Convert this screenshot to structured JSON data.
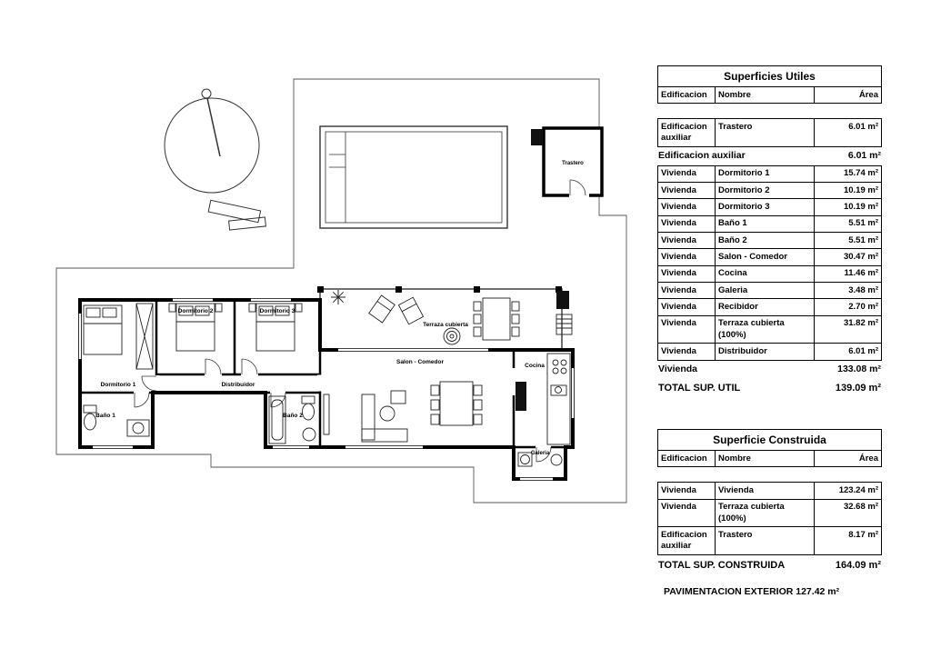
{
  "plan": {
    "labels": {
      "trastero": "Trastero",
      "dormitorio1": "Dormitorio 1",
      "dormitorio2": "Dormitorio 2",
      "dormitorio3": "Dormitorio 3",
      "bano1": "Baño 1",
      "bano2": "Baño 2",
      "terraza": "Terraza cubierta",
      "salon": "Salon - Comedor",
      "cocina": "Cocina",
      "galeria": "Galeria",
      "distribuidor": "Distribuidor"
    }
  },
  "tables": {
    "utiles": {
      "title": "Superficies Utiles",
      "headers": {
        "edificacion": "Edificacion",
        "nombre": "Nombre",
        "area": "Área"
      },
      "aux_row": {
        "edificacion": "Edificacion auxiliar",
        "nombre": "Trastero",
        "area": "6.01 m²"
      },
      "aux_subtotal": {
        "label": "Edificacion auxiliar",
        "value": "6.01 m²"
      },
      "rows": [
        {
          "edificacion": "Vivienda",
          "nombre": "Dormitorio 1",
          "area": "15.74 m²"
        },
        {
          "edificacion": "Vivienda",
          "nombre": "Dormitorio 2",
          "area": "10.19 m²"
        },
        {
          "edificacion": "Vivienda",
          "nombre": "Dormitorio 3",
          "area": "10.19 m²"
        },
        {
          "edificacion": "Vivienda",
          "nombre": "Baño 1",
          "area": "5.51 m²"
        },
        {
          "edificacion": "Vivienda",
          "nombre": "Baño 2",
          "area": "5.51 m²"
        },
        {
          "edificacion": "Vivienda",
          "nombre": "Salon - Comedor",
          "area": "30.47 m²"
        },
        {
          "edificacion": "Vivienda",
          "nombre": "Cocina",
          "area": "11.46 m²"
        },
        {
          "edificacion": "Vivienda",
          "nombre": "Galeria",
          "area": "3.48 m²"
        },
        {
          "edificacion": "Vivienda",
          "nombre": "Recibidor",
          "area": "2.70 m²"
        },
        {
          "edificacion": "Vivienda",
          "nombre": "Terraza cubierta (100%)",
          "area": "31.82 m²"
        },
        {
          "edificacion": "Vivienda",
          "nombre": "Distribuidor",
          "area": "6.01 m²"
        }
      ],
      "viv_subtotal": {
        "label": "Vivienda",
        "value": "133.08 m²"
      },
      "total": {
        "label": "TOTAL SUP. UTIL",
        "value": "139.09 m²"
      }
    },
    "construida": {
      "title": "Superficie Construida",
      "headers": {
        "edificacion": "Edificacion",
        "nombre": "Nombre",
        "area": "Área"
      },
      "rows": [
        {
          "edificacion": "Vivienda",
          "nombre": "Vivienda",
          "area": "123.24 m²"
        },
        {
          "edificacion": "Vivienda",
          "nombre": "Terraza cubierta (100%)",
          "area": "32.68 m²"
        },
        {
          "edificacion": "Edificacion auxiliar",
          "nombre": "Trastero",
          "area": "8.17 m²"
        }
      ],
      "total": {
        "label": "TOTAL SUP. CONSTRUIDA",
        "value": "164.09 m²"
      }
    }
  },
  "footer": {
    "pavimentacion": "PAVIMENTACION EXTERIOR 127.42 m²"
  }
}
